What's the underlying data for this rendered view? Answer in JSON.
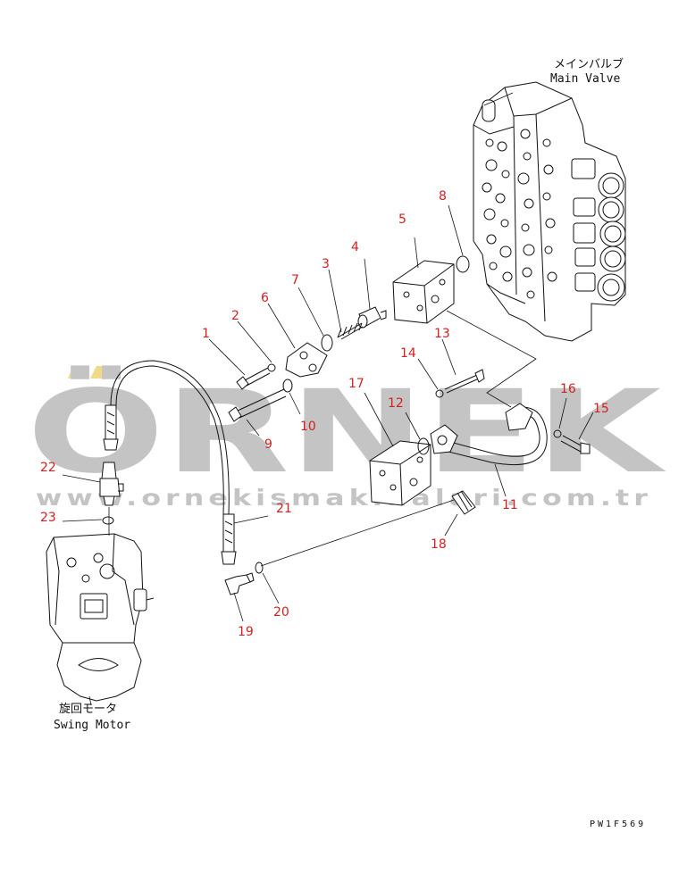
{
  "labels": {
    "main_valve_jp": "メインバルブ",
    "main_valve_en": "Main Valve",
    "swing_motor_jp": "旋回モータ",
    "swing_motor_en": "Swing Motor",
    "drawing_code": "PW1F569"
  },
  "watermark": {
    "brand": "ÖRNEK",
    "url": "www.ornekismakinalari.com.tr",
    "color": "#c4c4c4",
    "accent_color": "#f2d98a"
  },
  "part_label_color": "#d42020",
  "part_numbers": [
    "1",
    "2",
    "3",
    "4",
    "5",
    "6",
    "7",
    "8",
    "9",
    "10",
    "11",
    "12",
    "13",
    "14",
    "15",
    "16",
    "17",
    "18",
    "19",
    "20",
    "21",
    "22",
    "23"
  ]
}
